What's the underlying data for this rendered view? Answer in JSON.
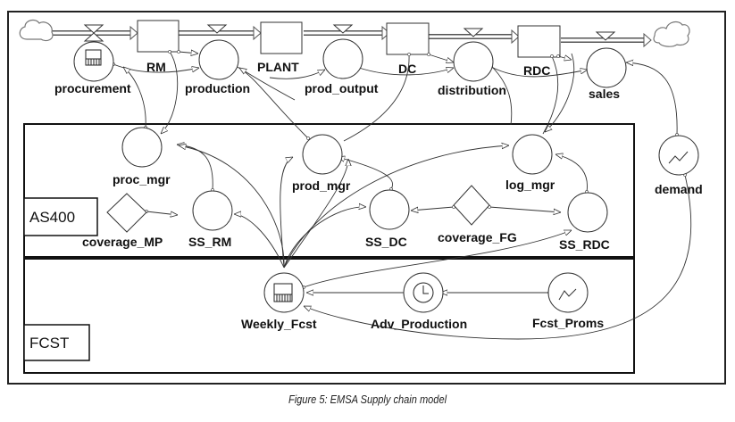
{
  "figure": {
    "caption": "Figure 5: EMSA Supply chain model"
  },
  "groups": [
    {
      "id": "as400",
      "label": "AS400"
    },
    {
      "id": "fcst",
      "label": "FCST"
    }
  ],
  "stocks": [
    {
      "id": "rm",
      "label": "RM"
    },
    {
      "id": "plant",
      "label": "PLANT"
    },
    {
      "id": "dc",
      "label": "DC"
    },
    {
      "id": "rdc",
      "label": "RDC"
    }
  ],
  "flows": [
    {
      "id": "procurement",
      "label": "procurement",
      "icon": "table-function-icon"
    },
    {
      "id": "production",
      "label": "production"
    },
    {
      "id": "prod_output",
      "label": "prod_output"
    },
    {
      "id": "distribution",
      "label": "distribution"
    },
    {
      "id": "sales",
      "label": "sales"
    }
  ],
  "auxiliaries": [
    {
      "id": "proc_mgr",
      "label": "proc_mgr"
    },
    {
      "id": "prod_mgr",
      "label": "prod_mgr"
    },
    {
      "id": "log_mgr",
      "label": "log_mgr"
    },
    {
      "id": "ss_rm",
      "label": "SS_RM"
    },
    {
      "id": "ss_dc",
      "label": "SS_DC"
    },
    {
      "id": "ss_rdc",
      "label": "SS_RDC"
    },
    {
      "id": "demand",
      "label": "demand",
      "icon": "graph-function-icon"
    },
    {
      "id": "weekly_fcst",
      "label": "Weekly_Fcst",
      "icon": "table-function-icon"
    },
    {
      "id": "adv_production",
      "label": "Adv_Production",
      "icon": "clock-icon"
    },
    {
      "id": "fcst_proms",
      "label": "Fcst_Proms",
      "icon": "graph-function-icon"
    }
  ],
  "constants": [
    {
      "id": "coverage_mp",
      "label": "coverage_MP"
    },
    {
      "id": "coverage_fg",
      "label": "coverage_FG"
    }
  ],
  "sources_sinks": [
    {
      "id": "source",
      "label": "source-cloud"
    },
    {
      "id": "sink",
      "label": "sink-cloud"
    }
  ]
}
